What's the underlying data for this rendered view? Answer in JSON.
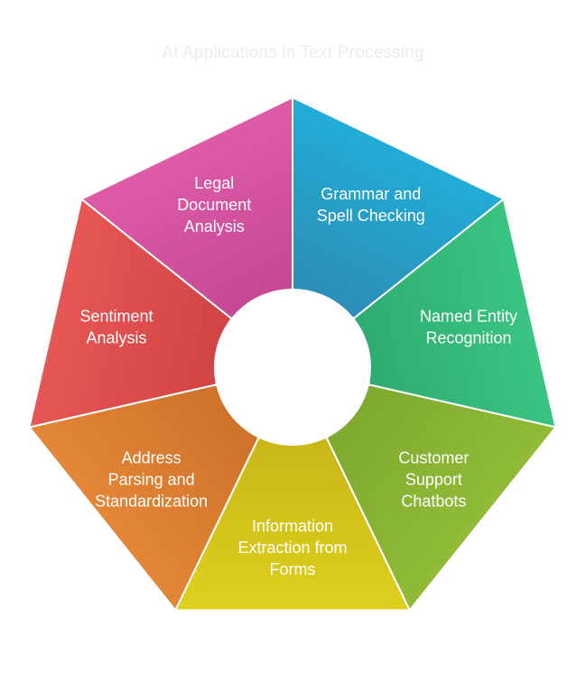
{
  "title": "AI Applications in Text Processing",
  "segments": [
    {
      "label_lines": [
        "Grammar and",
        "Spell Checking"
      ],
      "colors": [
        "#1fb1dc",
        "#2d8fb7"
      ]
    },
    {
      "label_lines": [
        "Named Entity",
        "Recognition"
      ],
      "colors": [
        "#3cc785",
        "#2fad71"
      ]
    },
    {
      "label_lines": [
        "Customer",
        "Support",
        "Chatbots"
      ],
      "colors": [
        "#93be38",
        "#7faa30"
      ]
    },
    {
      "label_lines": [
        "Information",
        "Extraction from",
        "Forms"
      ],
      "colors": [
        "#e2d31f",
        "#c9b818"
      ]
    },
    {
      "label_lines": [
        "Address",
        "Parsing and",
        "Standardization"
      ],
      "colors": [
        "#e8893a",
        "#cd732a"
      ]
    },
    {
      "label_lines": [
        "Sentiment",
        "Analysis"
      ],
      "colors": [
        "#ea5a58",
        "#d14545"
      ]
    },
    {
      "label_lines": [
        "Legal",
        "Document",
        "Analysis"
      ],
      "colors": [
        "#e25eab",
        "#c74894"
      ]
    }
  ]
}
